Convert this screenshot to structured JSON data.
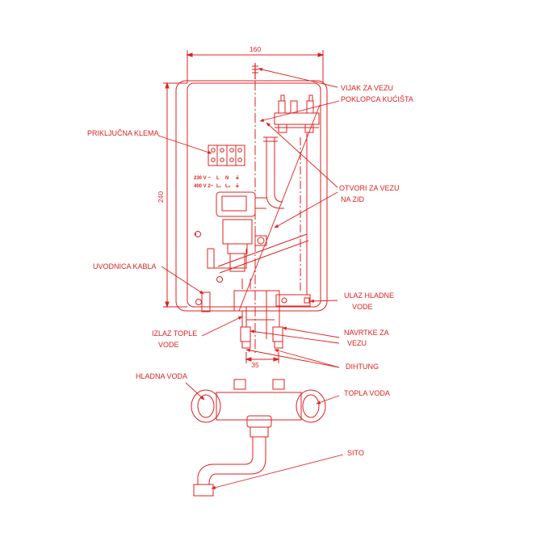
{
  "colors": {
    "line": "#e02020",
    "background": "#ffffff"
  },
  "dimensions": {
    "width": "160",
    "height": "240",
    "pipe_spacing": "35"
  },
  "terminal": {
    "row1": [
      "230 V ~",
      "L",
      "N",
      "⏚"
    ],
    "row2": [
      "400 V 2~",
      "L₁",
      "L₂",
      "⏚"
    ]
  },
  "labels": {
    "vijak_line1": "VIJAK ZA VEZU",
    "vijak_line2": "POKLOPCA KUĆIŠTA",
    "klema": "PRIKLJUČNA KLEMA",
    "otvori_line1": "OTVORI ZA VEZU",
    "otvori_line2": "NA ZID",
    "uvodnica": "UVODNICA KABLA",
    "ulaz_line1": "ULAZ HLADNE",
    "ulaz_line2": "VODE",
    "izlaz_line1": "IZLAZ TOPLE",
    "izlaz_line2": "VODE",
    "navrtke_line1": "NAVRTKE ZA",
    "navrtke_line2": "VEZU",
    "dihtung": "DIHTUNG",
    "hladna": "HLADNA VODA",
    "topla": "TOPLA VODA",
    "sito": "SITO"
  }
}
